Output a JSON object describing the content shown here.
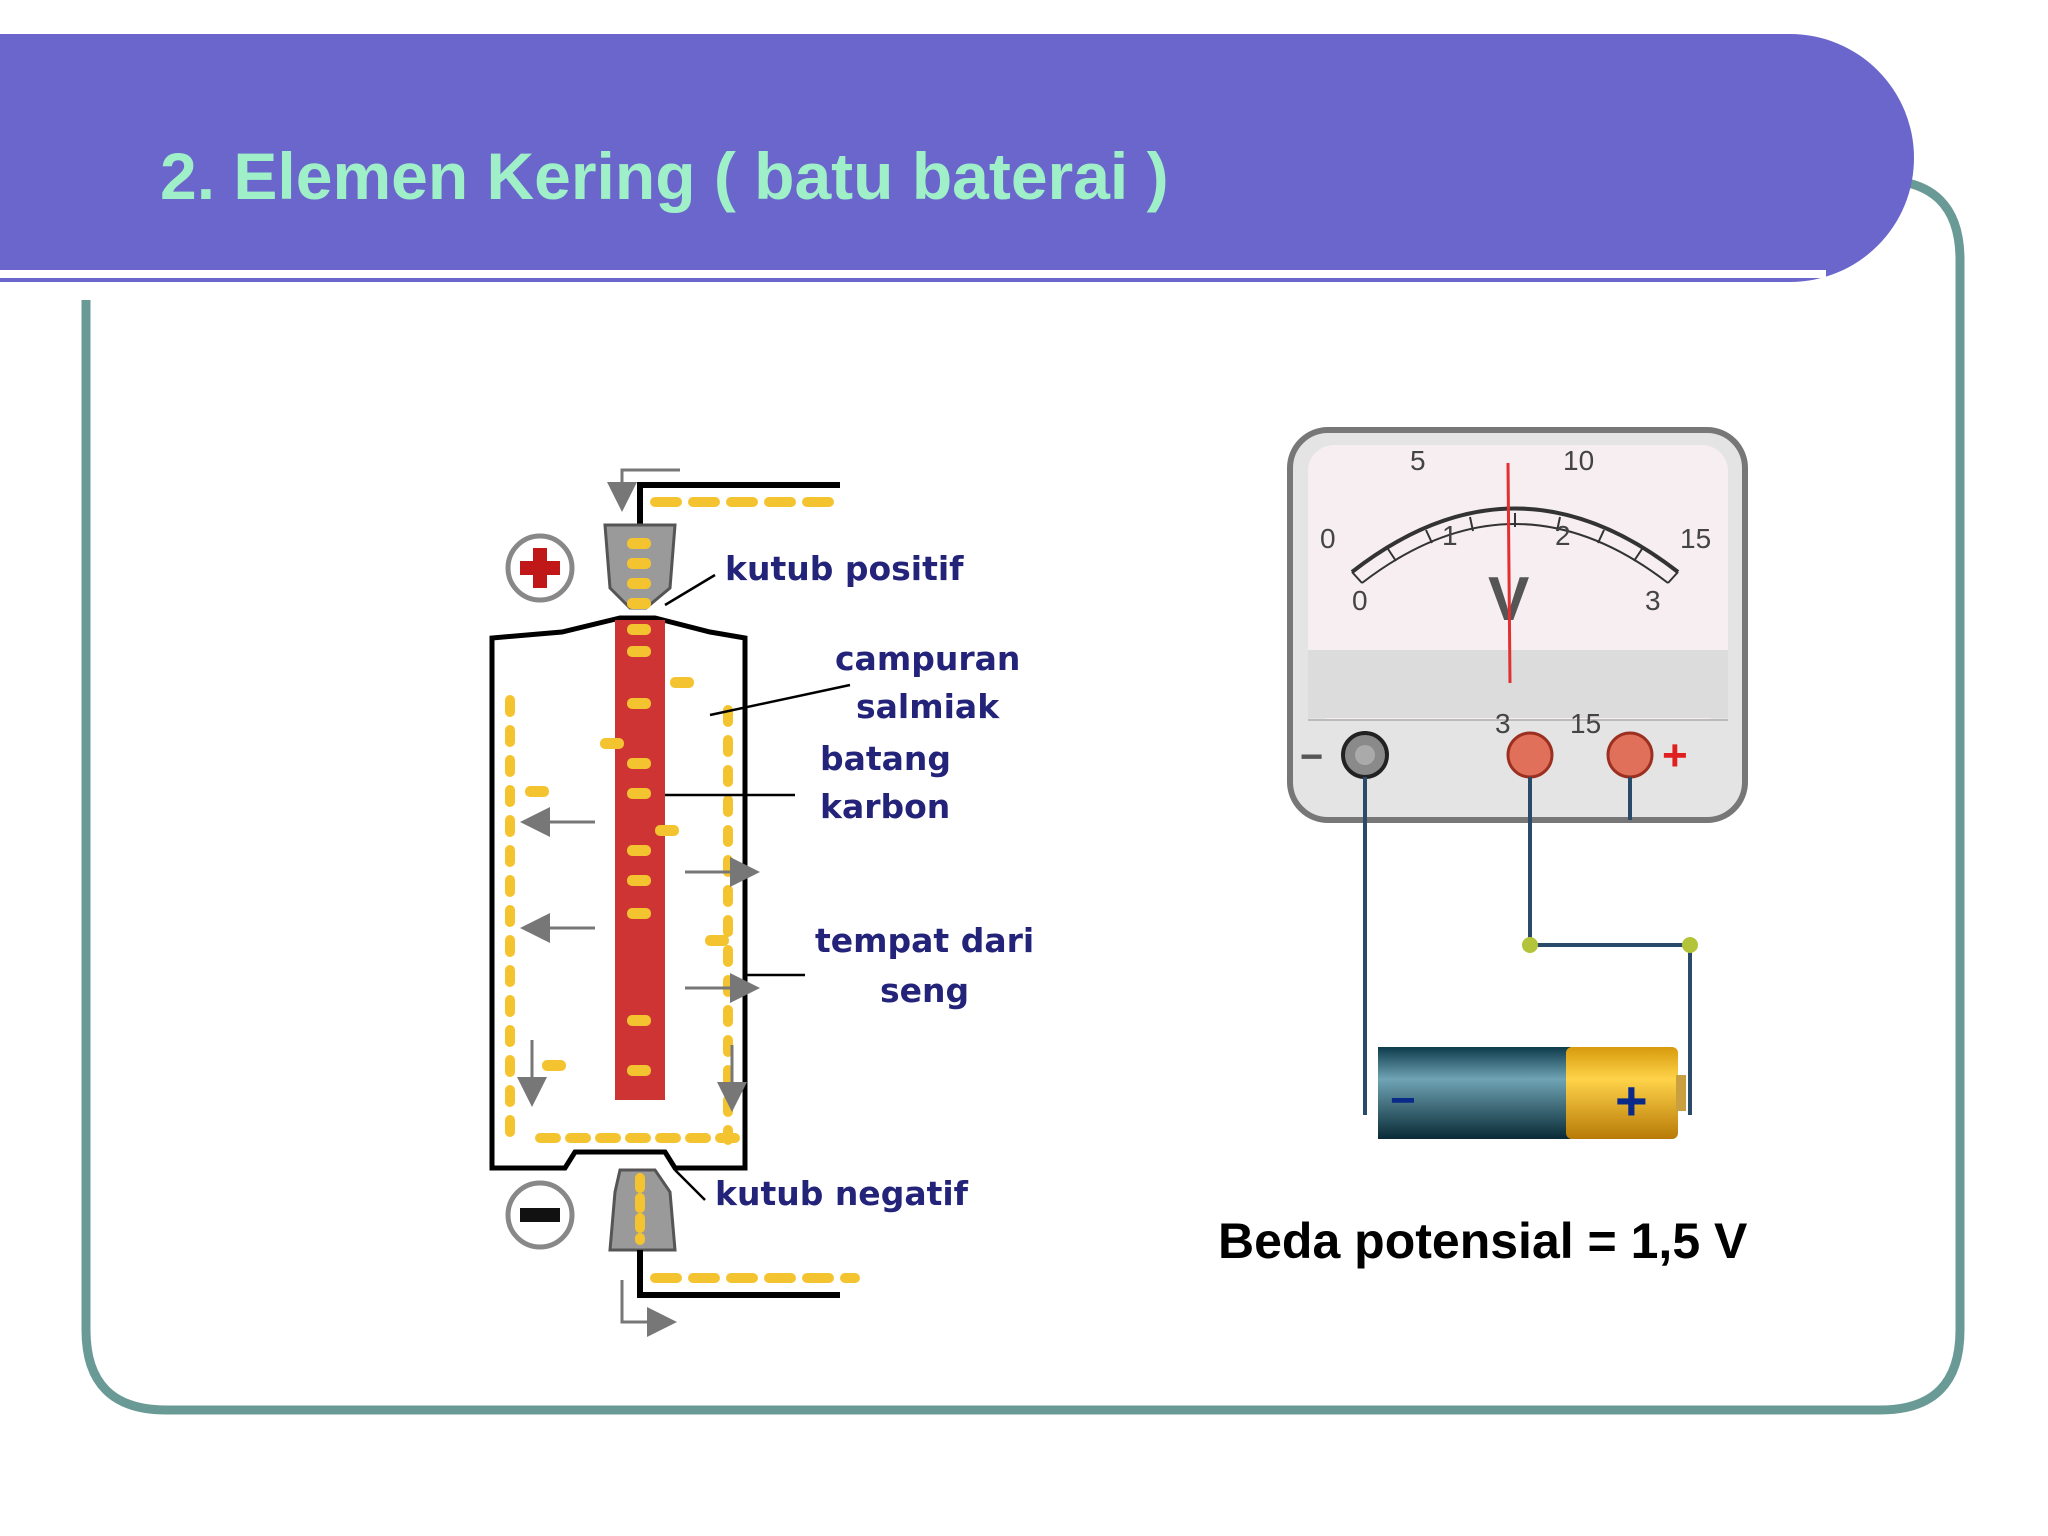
{
  "slide": {
    "title": "2. Elemen Kering ( batu baterai )",
    "colors": {
      "header": "#6b66cc",
      "title": "#9ff0c8",
      "border": "#6a9a96"
    }
  },
  "cell_diagram": {
    "labels": {
      "positive_terminal": "kutub positif",
      "salmiak_line1": "campuran",
      "salmiak_line2": "salmiak",
      "carbon_line1": "batang",
      "carbon_line2": "karbon",
      "zinc_line1": "tempat dari",
      "zinc_line2": "seng",
      "negative_terminal": "kutub negatif"
    },
    "signs": {
      "plus": "+",
      "minus": "−"
    }
  },
  "voltmeter": {
    "outer_scale": [
      "0",
      "5",
      "10",
      "15"
    ],
    "inner_scale": [
      "1",
      "2"
    ],
    "low_scale_ends": [
      "0",
      "3"
    ],
    "unit": "V",
    "terminal_labels": [
      "−",
      "3",
      "15",
      "+"
    ]
  },
  "battery": {
    "minus": "−",
    "plus": "+"
  },
  "result": {
    "text": "Beda potensial = 1,5 V"
  }
}
